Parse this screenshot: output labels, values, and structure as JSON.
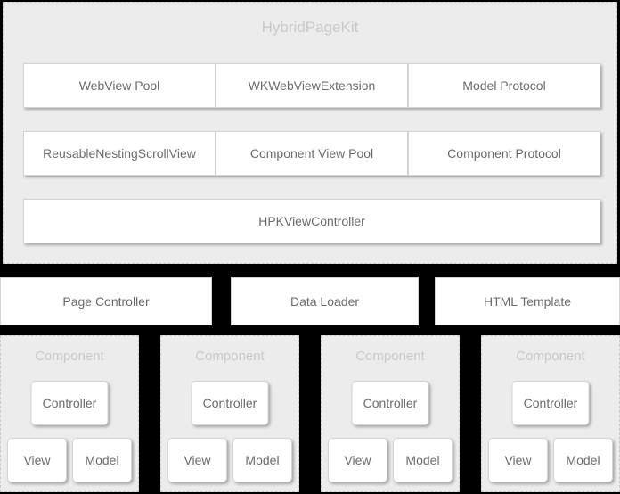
{
  "framework": {
    "title": "HybridPageKit",
    "rows": [
      {
        "boxes": [
          "WebView Pool",
          "WKWebViewExtension",
          "Model Protocol"
        ]
      },
      {
        "boxes": [
          "ReusableNestingScrollView",
          "Component View Pool",
          "Component Protocol"
        ]
      },
      {
        "boxes": [
          "HPKViewController"
        ]
      }
    ]
  },
  "services": [
    "Page Controller",
    "Data Loader",
    "HTML Template"
  ],
  "components": [
    {
      "title": "Component",
      "controller": "Controller",
      "view": "View",
      "model": "Model"
    },
    {
      "title": "Component",
      "controller": "Controller",
      "view": "View",
      "model": "Model"
    },
    {
      "title": "Component",
      "controller": "Controller",
      "view": "View",
      "model": "Model"
    },
    {
      "title": "Component",
      "controller": "Controller",
      "view": "View",
      "model": "Model"
    }
  ],
  "colors": {
    "background": "#000000",
    "panel": "#ececec",
    "box": "#ffffff",
    "box_border": "#d4d4d4",
    "panel_border": "#c9c9c9",
    "text": "#6b6b6b",
    "title_text": "#c9c9c9"
  }
}
